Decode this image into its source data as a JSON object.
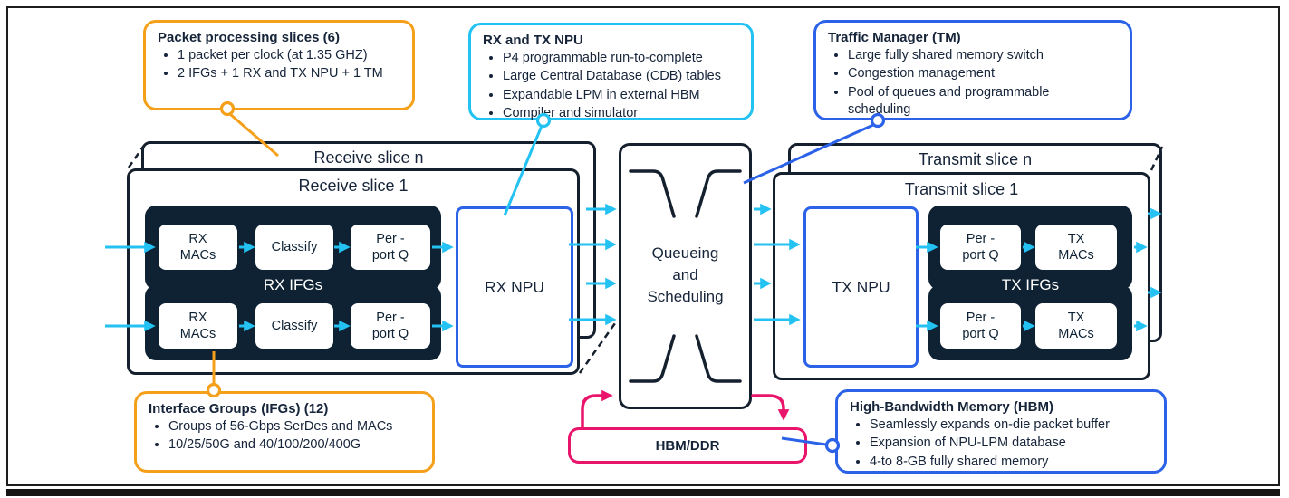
{
  "colors": {
    "orange": "#F5A01A",
    "cyan": "#24C2F2",
    "blue": "#2B62E8",
    "pink": "#E9146B",
    "navy": "#0E2233",
    "text": "#16243A"
  },
  "callouts": {
    "packet": {
      "title": "Packet processing slices (6)",
      "bullets": [
        "1 packet per clock (at 1.35 GHZ)",
        "2 IFGs + 1 RX and TX NPU + 1 TM"
      ]
    },
    "npu": {
      "title": "RX and TX NPU",
      "bullets": [
        "P4 programmable run-to-complete",
        "Large Central Database (CDB) tables",
        "Expandable LPM in external HBM",
        "Compiler and simulator"
      ]
    },
    "tm": {
      "title": "Traffic Manager (TM)",
      "bullets": [
        "Large fully shared memory switch",
        "Congestion management",
        "Pool of queues and programmable scheduling"
      ]
    },
    "ifg": {
      "title": "Interface Groups (IFGs) (12)",
      "bullets": [
        "Groups of 56-Gbps SerDes and MACs",
        "10/25/50G and 40/100/200/400G"
      ]
    },
    "hbm": {
      "title": "High-Bandwidth Memory (HBM)",
      "bullets": [
        "Seamlessly expands on-die packet buffer",
        "Expansion of NPU-LPM database",
        "4-to 8-GB fully shared memory"
      ]
    }
  },
  "slices": {
    "receive_n": "Receive slice n",
    "receive_1": "Receive slice 1",
    "transmit_n": "Transmit slice n",
    "transmit_1": "Transmit slice 1"
  },
  "blocks": {
    "rx_macs": "RX\nMACs",
    "classify": "Classify",
    "per_port_q": "Per -\nport Q",
    "rx_ifgs": "RX IFGs",
    "tx_ifgs": "TX IFGs",
    "rx_npu": "RX NPU",
    "tx_npu": "TX NPU",
    "tx_macs": "TX\nMACs",
    "queueing": "Queueing\nand\nScheduling",
    "hbm_ddr": "HBM/DDR"
  }
}
